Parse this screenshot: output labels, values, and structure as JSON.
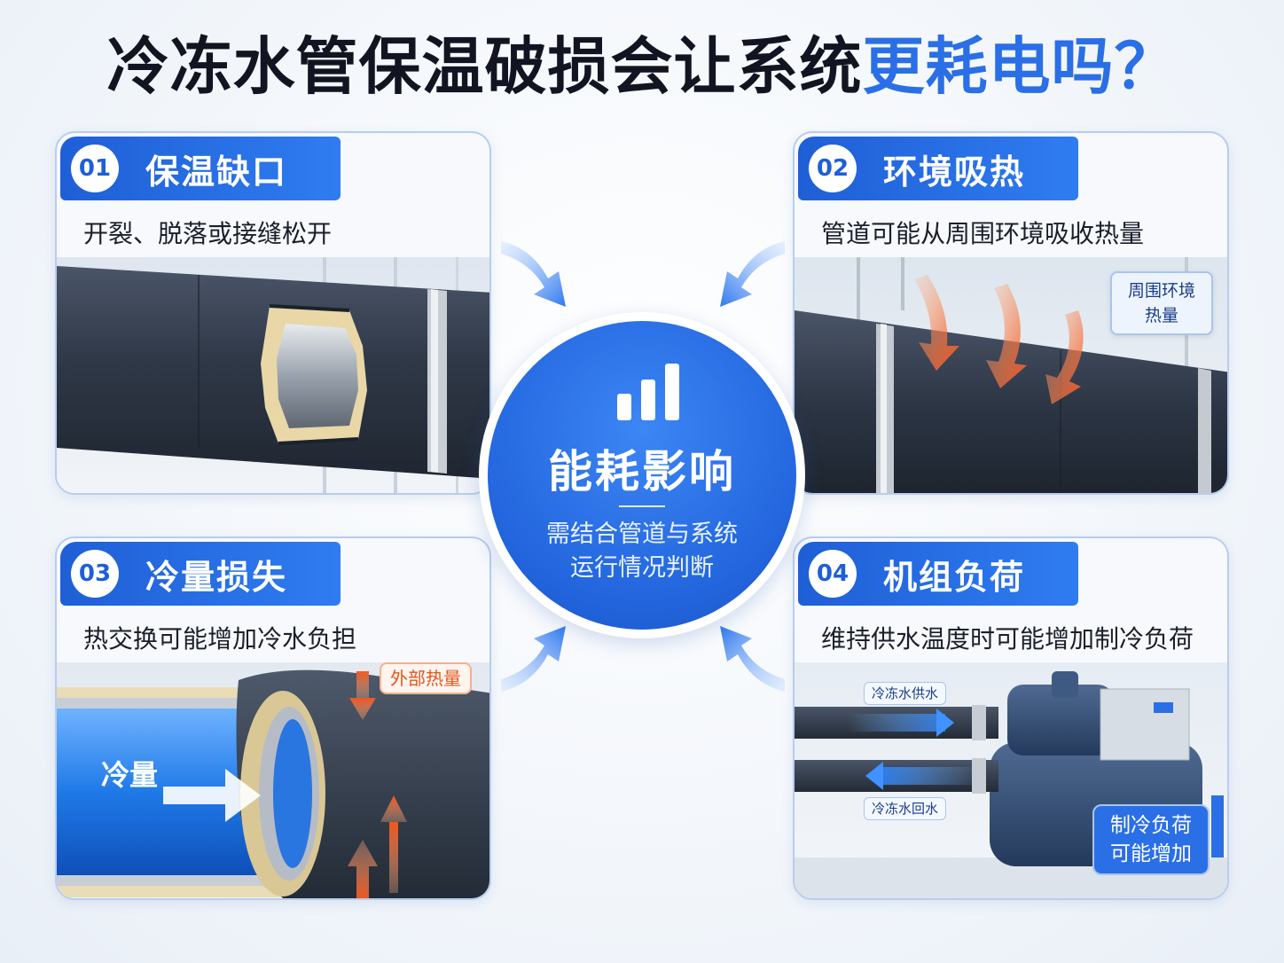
{
  "title": {
    "dark_part": "冷冻水管保温破损会让系统",
    "blue_part": "更耗电吗？"
  },
  "colors": {
    "accent_blue": "#2a6fe6",
    "dark_blue": "#1f5fd6",
    "heat_orange": "#f26a2e",
    "pipe_dark": "#3a4556"
  },
  "center": {
    "icon": "bar-chart-icon",
    "title": "能耗影响",
    "note_line1": "需结合管道与系统",
    "note_line2": "运行情况判断"
  },
  "panels": [
    {
      "number": "01",
      "label": "保温缺口",
      "description": "开裂、脱落或接缝松开"
    },
    {
      "number": "02",
      "label": "环境吸热",
      "description": "管道可能从周围环境吸收热量",
      "callout_line1": "周围环境",
      "callout_line2": "热量"
    },
    {
      "number": "03",
      "label": "冷量损失",
      "description": "热交换可能增加冷水负担",
      "external_heat": "外部热量",
      "cold_label": "冷量"
    },
    {
      "number": "04",
      "label": "机组负荷",
      "description": "维持供水温度时可能增加制冷负荷",
      "supply_label": "冷冻水供水",
      "return_label": "冷冻水回水",
      "load_line1": "制冷负荷",
      "load_line2": "可能增加"
    }
  ]
}
